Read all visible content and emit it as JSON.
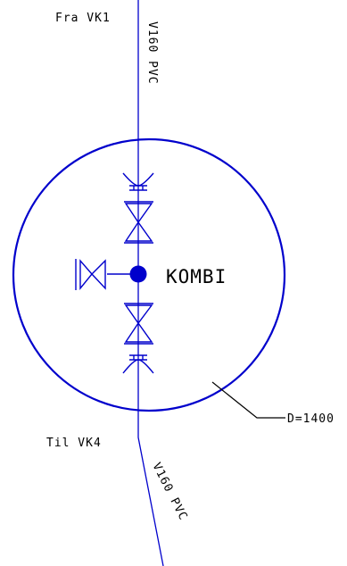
{
  "labels": {
    "from": "Fra VK1",
    "pipe_top": "V160 PVC",
    "to": "Til VK4",
    "pipe_bottom": "V160 PVC",
    "chamber": "KOMBI",
    "diameter": "D=1400"
  },
  "colors": {
    "pipe": "#0000cc",
    "chamber": "#0000cc",
    "valve": "#0000cc",
    "node": "#0000cc",
    "leader": "#000000",
    "text": "#000000"
  },
  "icons": {
    "valves": [
      "gate-valve-icon",
      "gate-valve-icon",
      "gate-valve-icon"
    ],
    "couplings": [
      "pipe-coupling-icon",
      "pipe-coupling-icon"
    ],
    "node": "junction-node-icon"
  }
}
